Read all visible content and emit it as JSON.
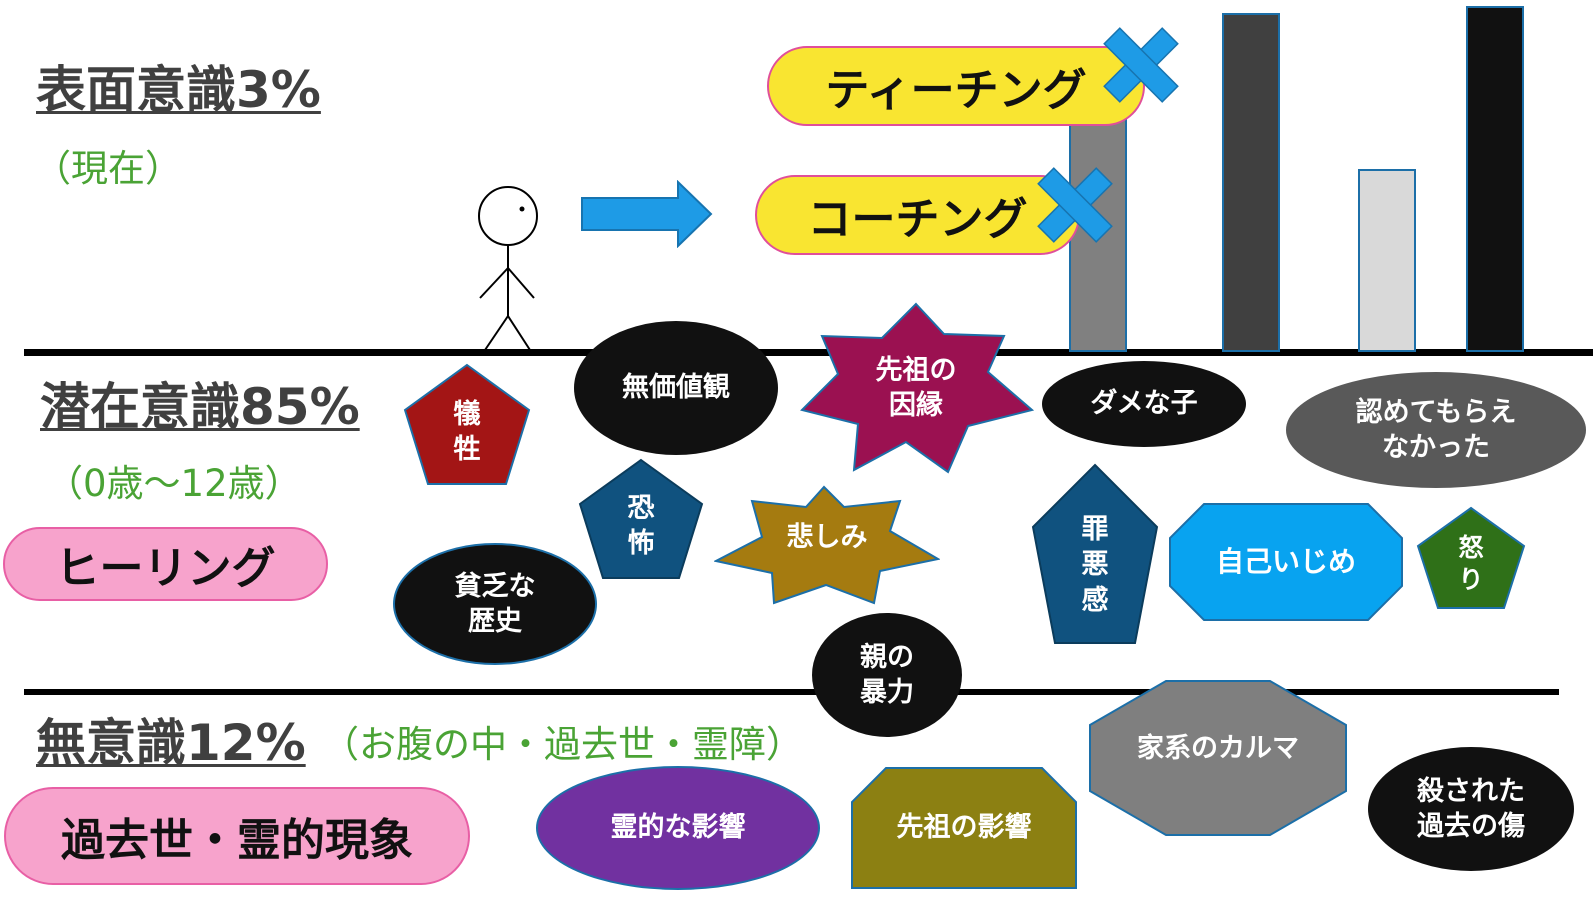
{
  "levels": {
    "surface": {
      "title": "表面意識3%",
      "sub": "（現在）"
    },
    "subconscious": {
      "title": "潜在意識85%",
      "sub": "（0歳～12歳）"
    },
    "unconscious": {
      "title": "無意識12%",
      "sub": "（お腹の中・過去世・霊障）"
    }
  },
  "methods": {
    "teaching": "ティーチング",
    "coaching": "コーチング",
    "healing": "ヒーリング",
    "past_life": "過去世・霊的現象"
  },
  "bars": [
    {
      "color": "#808080",
      "value": 0.74
    },
    {
      "color": "#404040",
      "value": 0.98
    },
    {
      "color": "#d9d9d9",
      "value": 0.53
    },
    {
      "color": "#111111",
      "value": 1.0
    }
  ],
  "nodes": {
    "sacrifice": "犠\n牲",
    "worthless": "無価値観",
    "ancestral_karma": "先祖の\n因縁",
    "bad_child": "ダメな子",
    "not_recognized": "認めてもらえ\nなかった",
    "fear": "恐\n怖",
    "sadness": "悲しみ",
    "poverty": "貧乏な\n歴史",
    "guilt": "罪\n悪\n感",
    "self_bullying": "自己いじめ",
    "anger": "怒\nり",
    "parent_violence": "親の\n暴力",
    "family_karma": "家系のカルマ",
    "killed_wounds": "殺された\n過去の傷",
    "spiritual_influence": "霊的な影響",
    "ancestor_influence": "先祖の影響"
  },
  "colors": {
    "arrow": "#1e9be6",
    "cross": "#1e9be6",
    "crimson": "#a31515",
    "plum": "#9b1151",
    "navy": "#10527f",
    "bronze": "#a57b10",
    "cyan": "#08a3f0",
    "green": "#2f7018",
    "olive": "#8c8012",
    "purple": "#7131a0",
    "gray": "#7f7f7f",
    "darkgray": "#595959"
  }
}
